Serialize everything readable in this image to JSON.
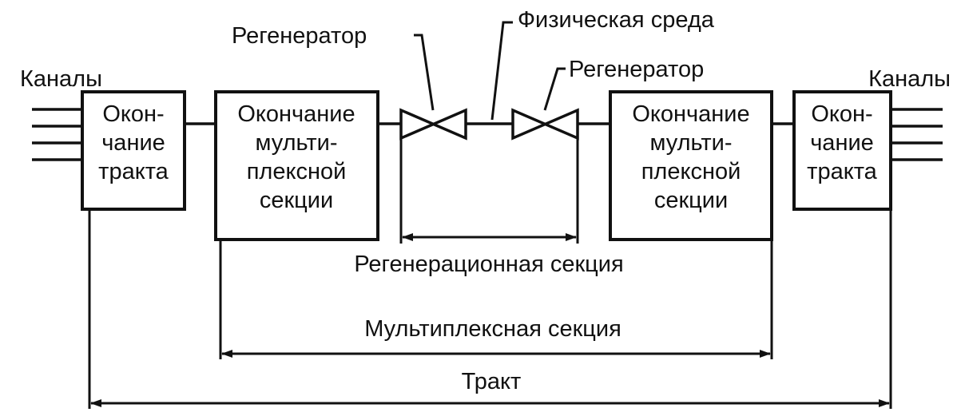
{
  "labels": {
    "channels_left": "Каналы",
    "channels_right": "Каналы",
    "regenerator_left": "Регенератор",
    "regenerator_right": "Регенератор",
    "physical_medium": "Физическая среда",
    "regeneration_section": "Регенерационная секция",
    "multiplex_section": "Мультиплексная секция",
    "path": "Тракт"
  },
  "path_termination": {
    "line1": "Окон-",
    "line2": "чание",
    "line3": "тракта"
  },
  "multiplex_section_termination": {
    "line1": "Окончание",
    "line2": "мульти-",
    "line3": "плексной",
    "line4": "секции"
  }
}
